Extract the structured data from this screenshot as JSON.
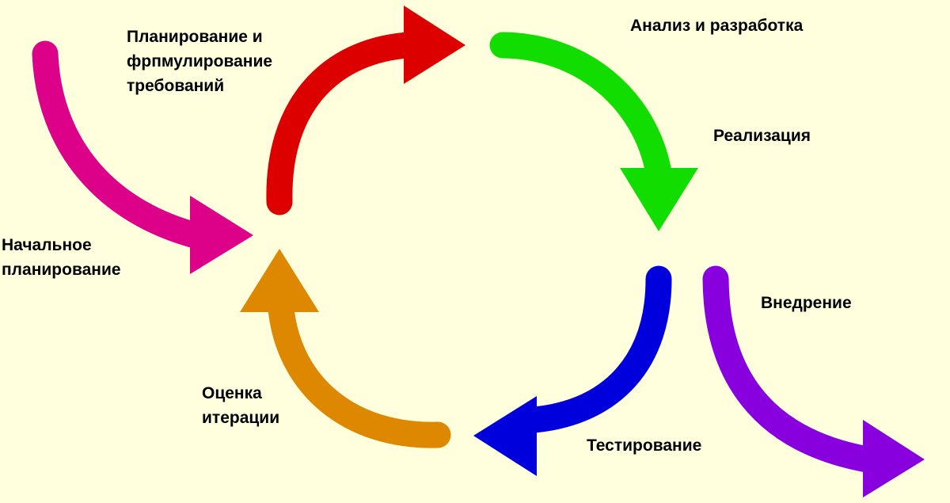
{
  "background_color": "#ffffdd",
  "stages": [
    {
      "id": "initial-planning",
      "lines": [
        "Начальное",
        "планирование"
      ],
      "arrow_color": "#dd0088"
    },
    {
      "id": "planning-requirements",
      "lines": [
        "Планирование и",
        "фрпмулирование",
        "требований"
      ],
      "arrow_color": "#dd0000"
    },
    {
      "id": "analysis-design",
      "lines": [
        "Анализ и разработка"
      ],
      "arrow_color": "#11dd00"
    },
    {
      "id": "implementation",
      "lines": [
        "Реализация"
      ],
      "arrow_color": "#11dd00"
    },
    {
      "id": "testing",
      "lines": [
        "Тестирование"
      ],
      "arrow_color": "#0000dd"
    },
    {
      "id": "iteration-evaluation",
      "lines": [
        "Оценка",
        "итерации"
      ],
      "arrow_color": "#dd8800"
    },
    {
      "id": "deployment",
      "lines": [
        "Внедрение"
      ],
      "arrow_color": "#8800dd"
    }
  ]
}
